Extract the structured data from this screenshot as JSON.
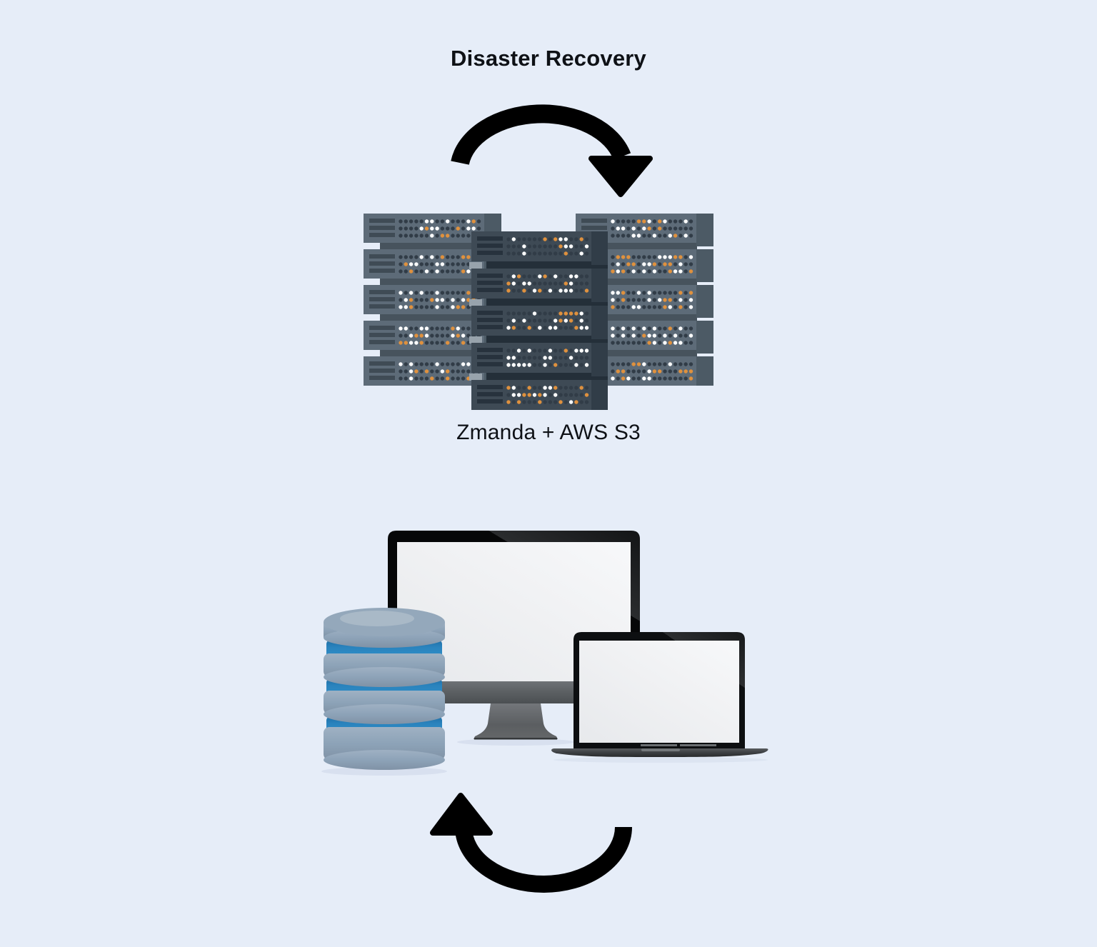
{
  "background": "#e6edf8",
  "title": {
    "text": "Disaster Recovery",
    "color": "#0e1116"
  },
  "arrows": {
    "color": "#000000",
    "top_name": "clockwise-cycle-arrow",
    "bottom_name": "counterclockwise-cycle-arrow"
  },
  "rack": {
    "label": "Zmanda + AWS S3",
    "label_color": "#0e1116",
    "led_colors": {
      "dark": "#313c47",
      "white": "#ffffff",
      "orange": "#df913e"
    },
    "stacks": [
      {
        "name": "left-server-stack",
        "units": 5,
        "body": "#5d6b78",
        "slat": "#3f4b55",
        "cap": "#4c5a65",
        "bar": "#47535d"
      },
      {
        "name": "right-server-stack",
        "units": 5,
        "body": "#5d6b78",
        "slat": "#3f4b55",
        "cap": "#4c5a65",
        "bar": "#47535d"
      },
      {
        "name": "center-server-stack",
        "units": 5,
        "body": "#3e4a55",
        "slat": "#27323d",
        "cap": "#313d48",
        "bar": "#242f39",
        "tab": "#98a3ac"
      }
    ]
  },
  "devices": {
    "database": {
      "disk_light": "#9fb1c3",
      "disk": "#8da3b8",
      "disk_dark": "#8092a6",
      "top": "#94a8bb",
      "top_highlight": "#aebdcb",
      "band_dark": "#1e6ea6",
      "band": "#2a83bd",
      "band_light": "#3090ca",
      "shadow": "#c9d4e6"
    },
    "monitor": {
      "bezel": "#060708",
      "bezel_glare": "#2a2c2e",
      "bezel_glare_end": "#131416",
      "screen_edge": "#e7e9ec",
      "screen": "#f0f1f3",
      "screen_light": "#f7f8fa",
      "chin_light": "#6e7276",
      "chin_mid": "#5b5f62",
      "chin_dark": "#4b4f52",
      "stand_light": "#73767a",
      "stand_mid": "#5b5e61",
      "stand_end": "#646769",
      "stand_edge": "#35383a",
      "shadow": "#c9d4e6"
    },
    "laptop": {
      "frame": "#0d0f11",
      "frame_glare": "#2c2e30",
      "frame_glare_end": "#17191b",
      "base_light": "#595c5f",
      "base_mid": "#3e4144",
      "base_dark": "#27292b",
      "hinge": "#6a6e71",
      "notch": "#74787b",
      "shadow": "#c9d4e6"
    }
  }
}
